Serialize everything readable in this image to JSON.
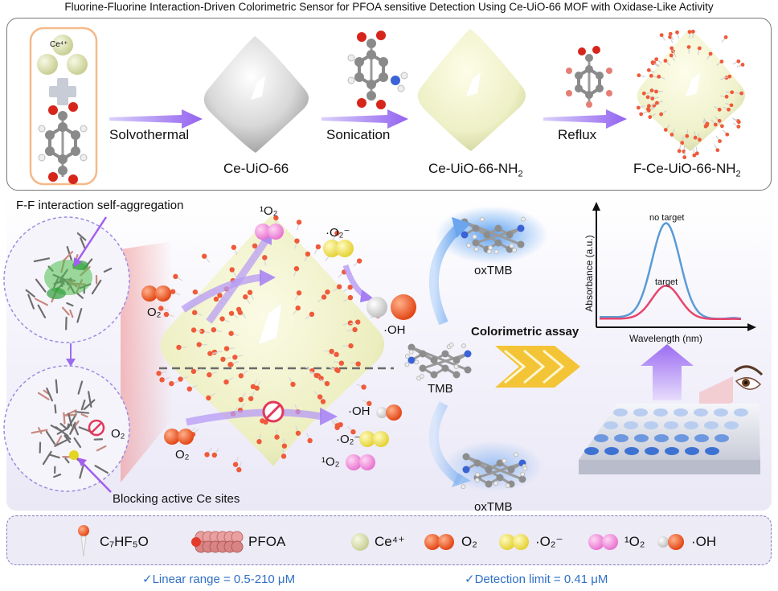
{
  "title": "Fluorine-Fluorine Interaction-Driven Colorimetric Sensor for PFOA sensitive Detection Using Ce-UiO-66 MOF with Oxidase-Like Activity",
  "synthesis": {
    "ce_label": "Ce⁴⁺",
    "steps": [
      "Solvothermal",
      "Sonication",
      "Reflux"
    ],
    "product_1": "Ce-UiO-66",
    "product_2_main": "Ce-UiO-66-NH",
    "product_2_sub": "2",
    "product_3_main": "F-Ce-UiO-66-NH",
    "product_3_sub": "2"
  },
  "mechanism": {
    "ff_label": "F-F interaction self-aggregation",
    "blocking_label": "Blocking active Ce sites",
    "o2_label": "O₂",
    "singlet_label": "¹O₂",
    "superoxide_label": "·O₂⁻",
    "hydroxyl_label": "·OH",
    "oxtmb_label": "oxTMB",
    "tmb_label": "TMB",
    "assay_label": "Colorimetric assay"
  },
  "chart_data": {
    "type": "line",
    "xlabel": "Wavelength (nm)",
    "ylabel": "Absorbance (a.u.)",
    "series": [
      {
        "name": "no target",
        "color": "#5b9bd5",
        "peak": 1.0
      },
      {
        "name": "target",
        "color": "#e8446c",
        "peak": 0.35
      }
    ]
  },
  "legend": {
    "c7_label": "C₇HF₅O",
    "pfoa_label": "PFOA",
    "ce_label": "Ce⁴⁺",
    "o2_label": "O₂",
    "superoxide_label": "·O₂⁻",
    "singlet_label": "¹O₂",
    "hydroxyl_label": "·OH"
  },
  "metrics": {
    "linear_range": "✓Linear range = 0.5-210 μM",
    "detection_limit": "✓Detection limit = 0.41 μM"
  },
  "colors": {
    "arrow": "#9b6cf0",
    "o2": "#f4521e",
    "superoxide": "#f2e04a",
    "singlet": "#f08ad8",
    "ce": "#dfe4b4",
    "accent_blue": "#2f6fc7"
  }
}
